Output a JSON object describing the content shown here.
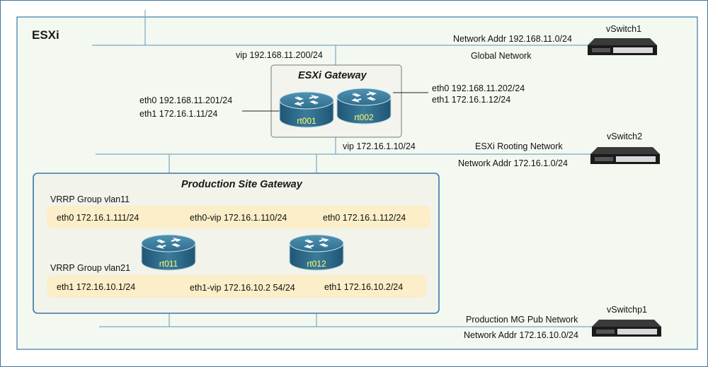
{
  "esxi_label": "ESXi",
  "gateway_title": "ESXi Gateway",
  "prod_title": "Production Site Gateway",
  "networks": {
    "global": {
      "switch": "vSwitch1",
      "addr": "Network Addr 192.168.11.0/24",
      "name": "Global Network",
      "vip": "vip 192.168.11.200/24"
    },
    "rooting": {
      "switch": "vSwitch2",
      "name": "ESXi Rooting Network",
      "addr": "Network Addr 172.16.1.0/24",
      "vip": "vip 172.16.1.10/24"
    },
    "prod": {
      "switch": "vSwitchp1",
      "name": "Production MG Pub Network",
      "addr": "Network Addr 172.16.10.0/24"
    }
  },
  "routers": {
    "rt001": {
      "name": "rt001",
      "eth0": "eth0 192.168.11.201/24",
      "eth1": "eth1 172.16.1.11/24"
    },
    "rt002": {
      "name": "rt002",
      "eth0": "eth0 192.168.11.202/24",
      "eth1": "eth1 172.16.1.12/24"
    },
    "rt011": {
      "name": "rt011"
    },
    "rt012": {
      "name": "rt012"
    }
  },
  "vrrp": {
    "vlan11": {
      "group": "VRRP Group vlan11",
      "left": "eth0 172.16.1.111/24",
      "vip": "eth0-vip 172.16.1.110/24",
      "right": "eth0 172.16.1.112/24"
    },
    "vlan21": {
      "group": "VRRP Group vlan21",
      "left": "eth1 172.16.10.1/24",
      "vip": "eth1-vip 172.16.10.2 54/24",
      "right": "eth1 172.16.10.2/24"
    }
  },
  "colors": {
    "esxi_fill": "#f3f8f1",
    "esxi_border": "#3a78a8",
    "band": "#fbeec8",
    "router_top": "#3c7fa0",
    "router_body": "#2a6280",
    "router_label": "#ffff66",
    "line": "#7aa7c7"
  }
}
